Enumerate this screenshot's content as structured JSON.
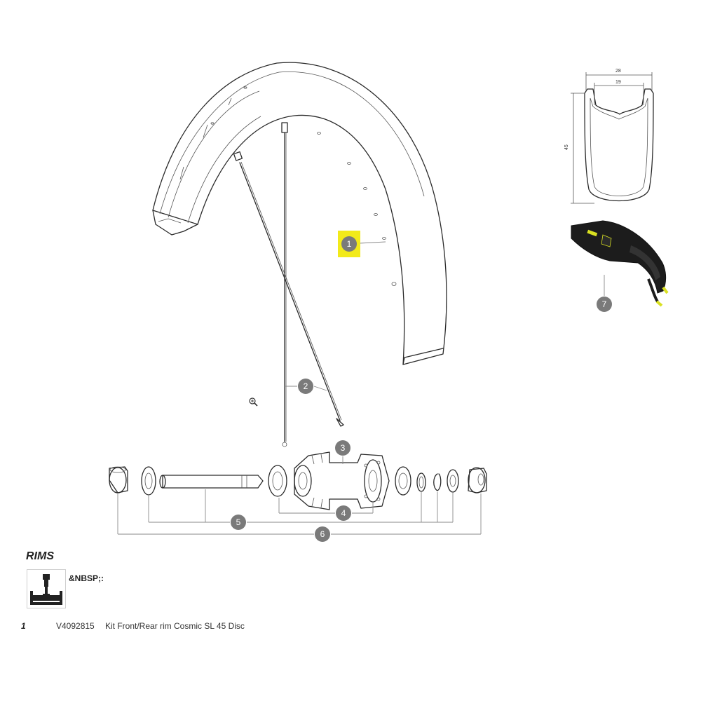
{
  "callouts": [
    {
      "id": "callout-1",
      "label": "1",
      "highlighted": true
    },
    {
      "id": "callout-2",
      "label": "2",
      "highlighted": false
    },
    {
      "id": "callout-3",
      "label": "3",
      "highlighted": false
    },
    {
      "id": "callout-4",
      "label": "4",
      "highlighted": false
    },
    {
      "id": "callout-5",
      "label": "5",
      "highlighted": false
    },
    {
      "id": "callout-6",
      "label": "6",
      "highlighted": false
    },
    {
      "id": "callout-7",
      "label": "7",
      "highlighted": false
    }
  ],
  "profile": {
    "outer_width": "28",
    "inner_width": "19",
    "depth": "45"
  },
  "section": {
    "title": "RIMS",
    "valve_note": "&NBSP;:"
  },
  "parts": [
    {
      "number": "1",
      "reference": "V4092815",
      "description": "Kit Front/Rear rim Cosmic SL 45 Disc"
    }
  ],
  "colors": {
    "highlight": "#f2ea1a",
    "callout": "#7a7a7a",
    "tire_accent": "#d9e021"
  },
  "icons": {
    "zoom": "zoom-in-icon",
    "valve": "tubeless-valve-icon"
  }
}
